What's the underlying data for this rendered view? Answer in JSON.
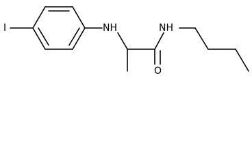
{
  "molecule": {
    "atoms": {
      "iodine": "I",
      "amine_nh": "NH",
      "amide_nh": "NH",
      "carbonyl_o": "O"
    }
  }
}
